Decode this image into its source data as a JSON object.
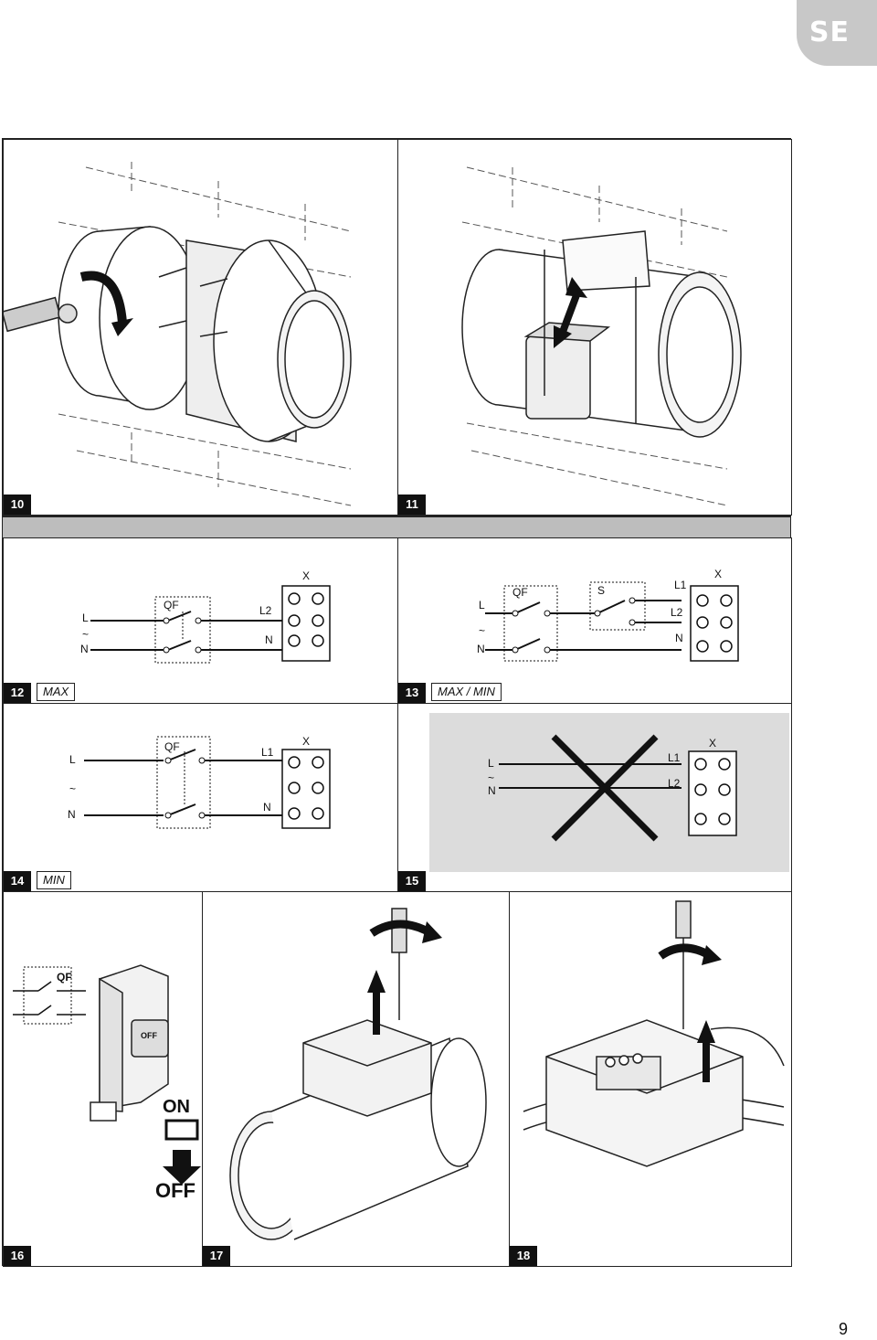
{
  "language_tab": "SE",
  "page_number": "9",
  "panels": {
    "p10": {
      "number": "10"
    },
    "p11": {
      "number": "11"
    },
    "p12": {
      "number": "12",
      "mode": "MAX",
      "labels": {
        "L": "L",
        "tilde": "~",
        "N": "N",
        "QF": "QF",
        "L2": "L2",
        "Nout": "N",
        "X": "X"
      }
    },
    "p13": {
      "number": "13",
      "mode": "MAX / MIN",
      "labels": {
        "L": "L",
        "tilde": "~",
        "N": "N",
        "QF": "QF",
        "S": "S",
        "L1": "L1",
        "L2": "L2",
        "Nout": "N",
        "X": "X"
      }
    },
    "p14": {
      "number": "14",
      "mode": "MIN",
      "labels": {
        "L": "L",
        "tilde": "~",
        "N": "N",
        "QF": "QF",
        "L1": "L1",
        "Nout": "N",
        "X": "X"
      }
    },
    "p15": {
      "number": "15",
      "labels": {
        "L": "L",
        "tilde": "~",
        "N": "N",
        "L1": "L1",
        "L2": "L2",
        "X": "X"
      }
    },
    "p16": {
      "number": "16",
      "labels": {
        "QF": "QF",
        "switch_off": "OFF",
        "on": "ON",
        "off": "OFF"
      }
    },
    "p17": {
      "number": "17"
    },
    "p18": {
      "number": "18"
    }
  }
}
